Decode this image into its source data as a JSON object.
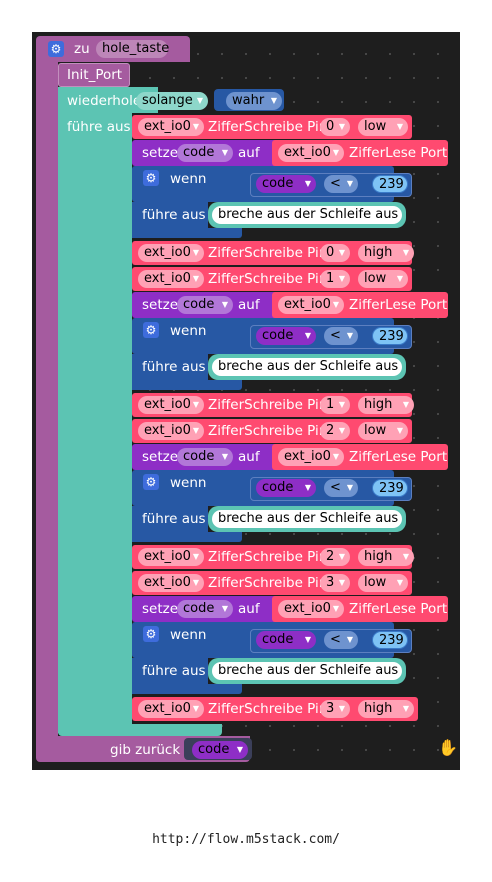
{
  "proc": {
    "zu": "zu",
    "name": "hole_taste",
    "gib_zurueck": "gib zurück",
    "return_var": "code"
  },
  "init_port": "Init_Port",
  "loop": {
    "label": "wiederhole",
    "mode": "solange",
    "cond": "wahr",
    "do": "führe aus"
  },
  "w": {
    "port": "ext_io0",
    "write": "ZifferSchreibe Pin",
    "read": "ZifferLese Port",
    "setze": "setze",
    "var": "code",
    "auf": "auf",
    "wenn": "wenn",
    "op": "<",
    "num": "239",
    "do": "führe aus",
    "break": "breche aus der Schleife aus",
    "low": "low",
    "high": "high",
    "pins": [
      "0",
      "1",
      "2",
      "3"
    ]
  },
  "footer": "http://flow.m5stack.com/",
  "colors": {
    "procedure": "#a55b9f",
    "loop": "#5cc4b3",
    "logic": "#2758a4",
    "port": "#ff4a70",
    "variable": "#8e2ec6"
  }
}
